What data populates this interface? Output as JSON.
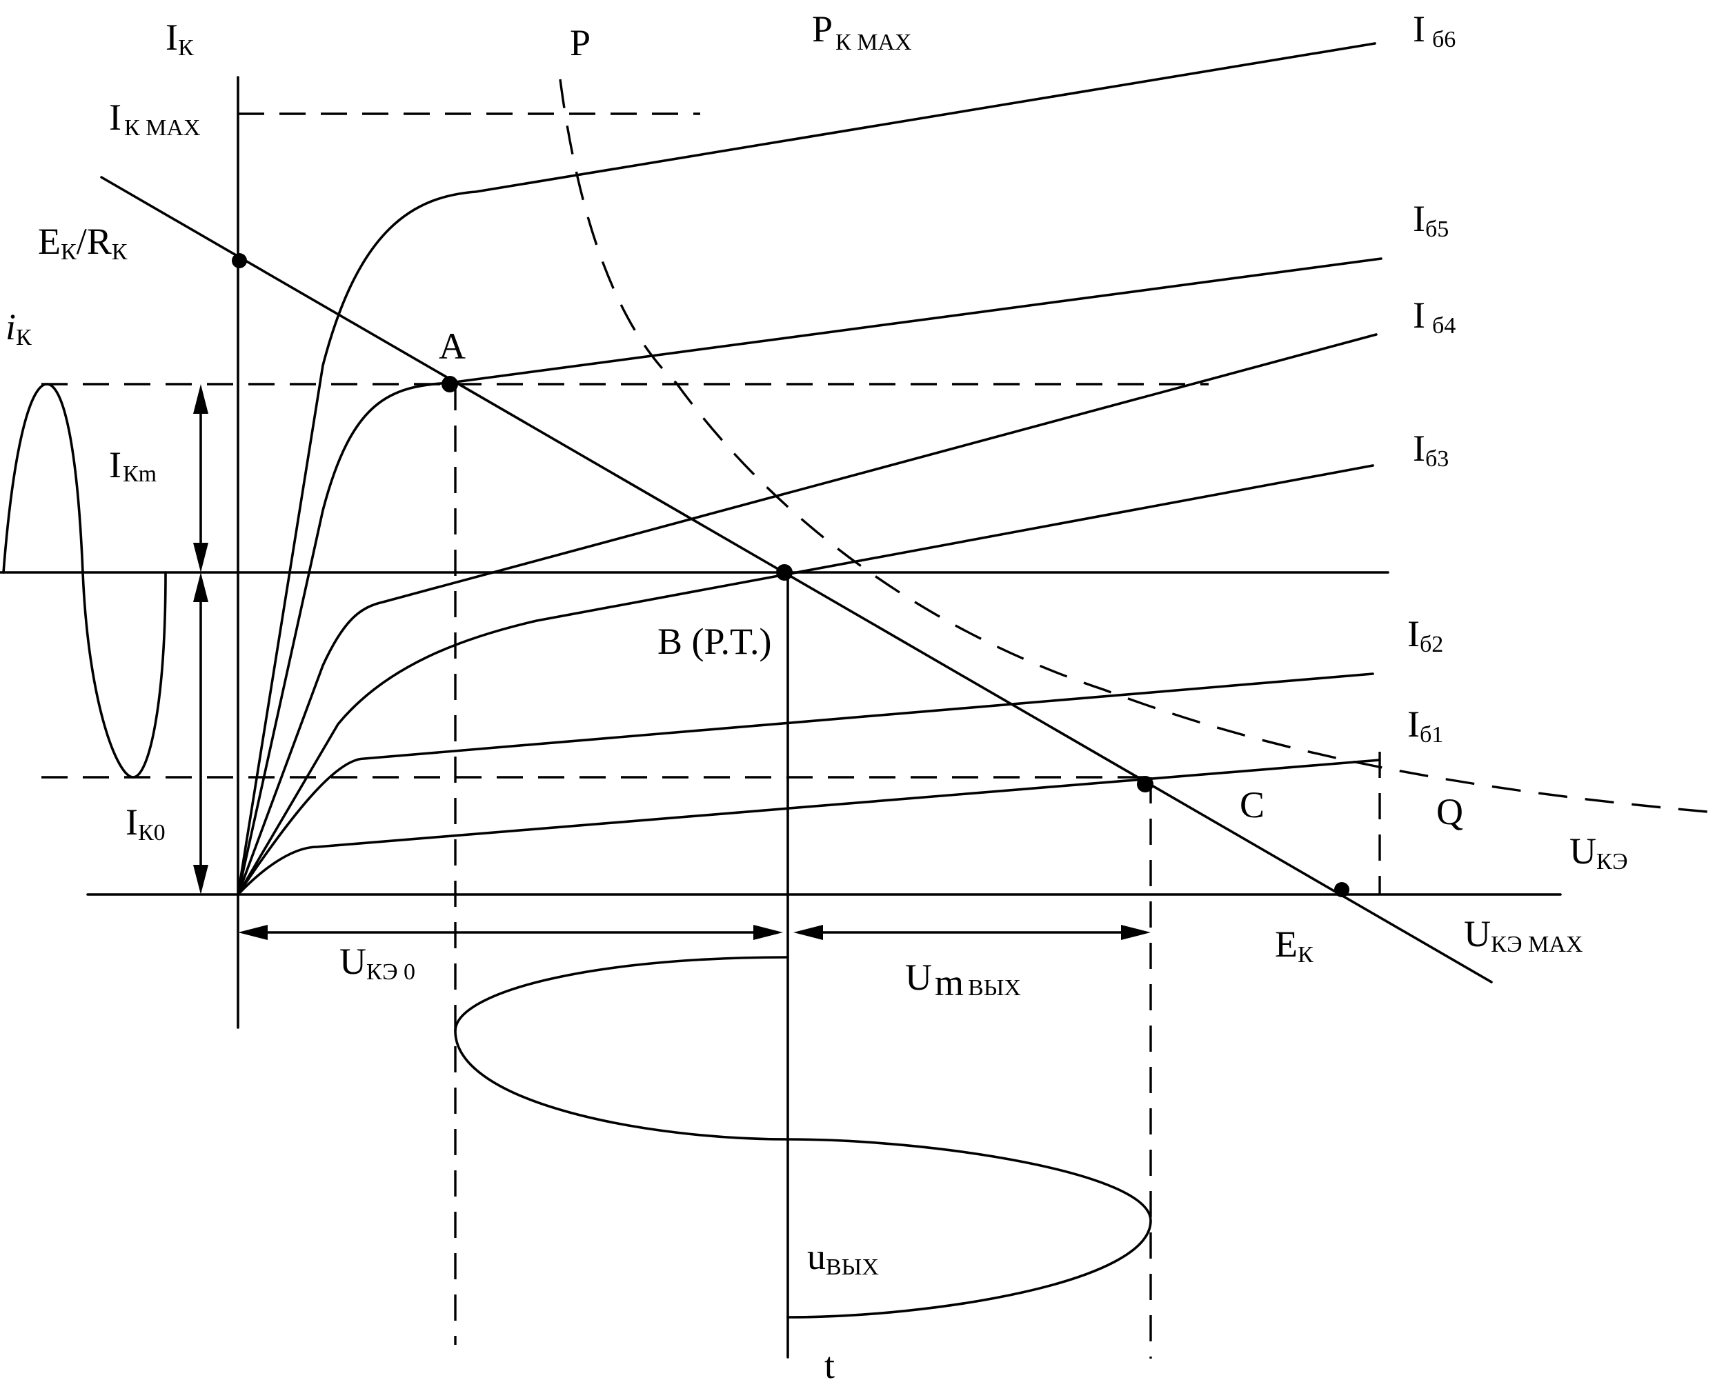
{
  "axes": {
    "y_label": "I",
    "y_sub": "К",
    "x_label": "U",
    "x_sub": "КЭ"
  },
  "labels": {
    "ik_max": {
      "main": "I",
      "sub": "К MAX"
    },
    "p": "P",
    "pk_max": {
      "main": "P",
      "sub": "К MAX"
    },
    "ek_rk": {
      "e": "E",
      "e_sub": "К",
      "slash": "/R",
      "r_sub": "К"
    },
    "ik_signal": {
      "main": "i",
      "sub": "К"
    },
    "ikm": {
      "main": "I",
      "sub": "Кm"
    },
    "ik0": {
      "main": "I",
      "sub": "К0"
    },
    "point_a": "A",
    "point_b": "B (P.T.)",
    "point_c": "C",
    "point_q": "Q",
    "uke0": {
      "main": "U",
      "sub": "КЭ 0"
    },
    "um_out": {
      "main": "U",
      "sub_m": "m",
      "sub": "ВЫХ"
    },
    "ek": {
      "main": "E",
      "sub": "К"
    },
    "uke_max": {
      "main": "U",
      "sub": "КЭ MAX"
    },
    "u_out": {
      "main": "u",
      "sub": "ВЫХ"
    },
    "t": "t"
  },
  "curves": [
    {
      "main": "I",
      "sub": "б6"
    },
    {
      "main": "I",
      "sub": "б5"
    },
    {
      "main": "I",
      "sub": "б4"
    },
    {
      "main": "I",
      "sub": "б3"
    },
    {
      "main": "I",
      "sub": "б2"
    },
    {
      "main": "I",
      "sub": "б1"
    }
  ]
}
